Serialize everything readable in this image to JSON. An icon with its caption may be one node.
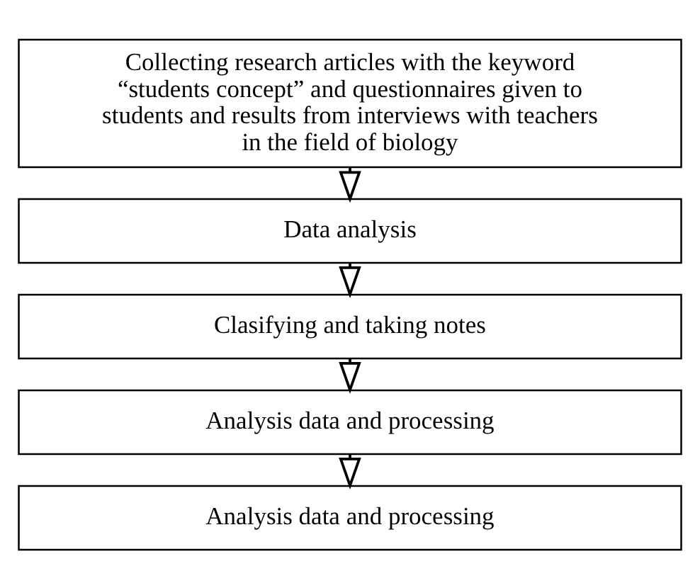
{
  "diagram": {
    "nodes": [
      {
        "text": [
          "Collecting research articles with the keyword “students concept” and questionnaires given to students and results from interviews with teachers in the field of biology"
        ]
      },
      {
        "text": [
          "Data analysis"
        ]
      },
      {
        "text": [
          "Clasifying and taking notes"
        ]
      },
      {
        "text": [
          "Analysis data and processing"
        ]
      },
      {
        "text": [
          "Analysis data and processing"
        ]
      }
    ],
    "edges": [
      {
        "from": 0,
        "to": 1,
        "arrow": "to"
      },
      {
        "from": 1,
        "to": 2,
        "arrow": "to"
      },
      {
        "from": 2,
        "to": 3,
        "arrow": "to"
      },
      {
        "from": 3,
        "to": 4,
        "arrow": "to"
      }
    ]
  }
}
